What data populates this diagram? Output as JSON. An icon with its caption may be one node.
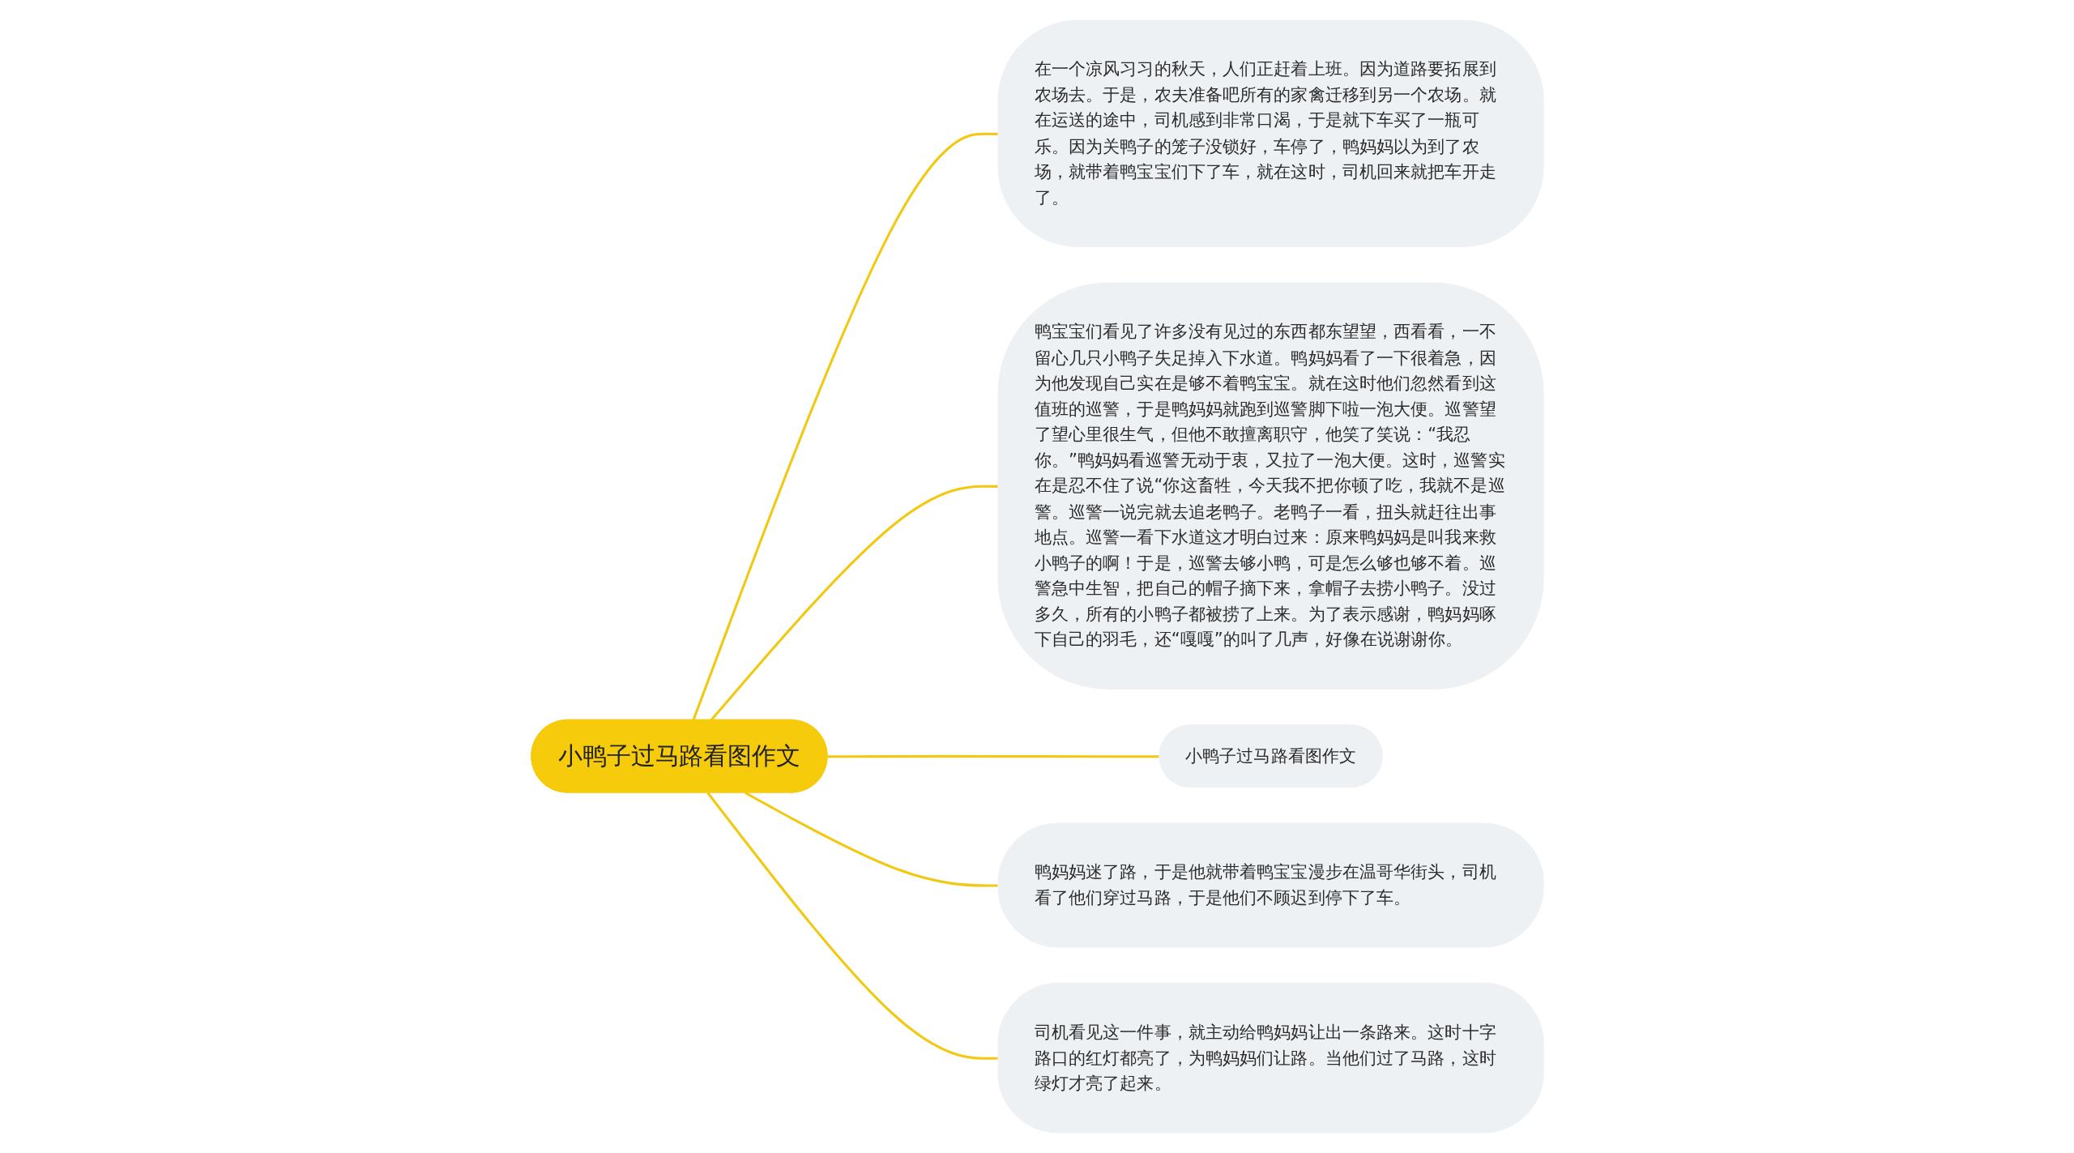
{
  "diagram": {
    "nodes": [
      {
        "text": [
          "小鸭子过马路看图作文"
        ]
      },
      {
        "text": [
          "在一个凉风习习的秋天，人们正赶着上班。因为道路要拓展到农场去。于是，农夫准备吧所有的家禽迁移到另一个农场。就在运送的途中，司机感到非常口渴，于是就下车买了一瓶可乐。因为关鸭子的笼子没锁好，车停了，鸭妈妈以为到了农场，就带着鸭宝宝们下了车，就在这时，司机回来就把车开走了。"
        ]
      },
      {
        "text": [
          "鸭宝宝们看见了许多没有见过的东西都东望望，西看看，一不留心几只小鸭子失足掉入下水道。鸭妈妈看了一下很着急，因为他发现自己实在是够不着鸭宝宝。就在这时他们忽然看到这值班的巡警，于是鸭妈妈就跑到巡警脚下啦一泡大便。巡警望了望心里很生气，但他不敢擅离职守，他笑了笑说：“我忍你。”鸭妈妈看巡警无动于衷，又拉了一泡大便。这时，巡警实在是忍不住了说“你这畜牲，今天我不把你顿了吃，我就不是巡警。巡警一说完就去追老鸭子。老鸭子一看，扭头就赶往出事地点。巡警一看下水道这才明白过来：原来鸭妈妈是叫我来救小鸭子的啊！于是，巡警去够小鸭，可是怎么够也够不着。巡警急中生智，把自己的帽子摘下来，拿帽子去捞小鸭子。没过多久，所有的小鸭子都被捞了上来。为了表示感谢，鸭妈妈啄下自己的羽毛，还“嘎嘎”的叫了几声，好像在说谢谢你。"
        ]
      },
      {
        "text": [
          "小鸭子过马路看图作文"
        ]
      },
      {
        "text": [
          "鸭妈妈迷了路，于是他就带着鸭宝宝漫步在温哥华街头，司机看了他们穿过马路，于是他们不顾迟到停下了车。"
        ]
      },
      {
        "text": [
          "司机看见这一件事，就主动给鸭妈妈让出一条路来。这时十字路口的红灯都亮了，为鸭妈妈们让路。当他们过了马路，这时绿灯才亮了起来。"
        ]
      }
    ],
    "edges": [
      {
        "from": 0,
        "to": 1,
        "arrow": "none"
      },
      {
        "from": 0,
        "to": 2,
        "arrow": "none"
      },
      {
        "from": 0,
        "to": 3,
        "arrow": "none"
      },
      {
        "from": 0,
        "to": 4,
        "arrow": "none"
      },
      {
        "from": 0,
        "to": 5,
        "arrow": "none"
      }
    ]
  }
}
